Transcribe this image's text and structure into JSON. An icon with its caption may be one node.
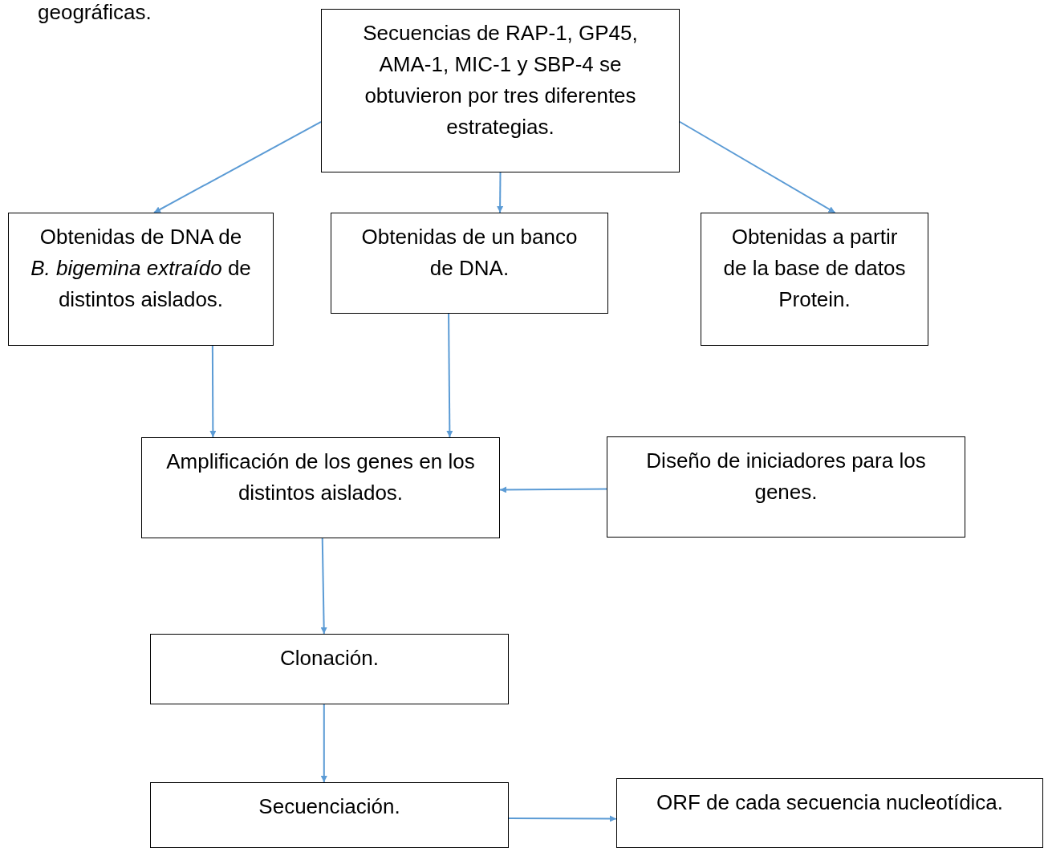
{
  "diagram": {
    "nodes": [
      {
        "text": [
          "Secuencias de RAP-1, GP45, AMA-1, MIC-1 y SBP-4 se obtuvieron por tres diferentes estrategias."
        ]
      },
      {
        "text": [
          "Obtenidas de DNA de *B. bigemina extraído* de distintos aislados."
        ]
      },
      {
        "text": [
          "Obtenidas de un banco de DNA."
        ]
      },
      {
        "text": [
          "Obtenidas a partir de la base de datos Protein."
        ]
      },
      {
        "text": [
          "Amplificación de los genes en los distintos aislados."
        ]
      },
      {
        "text": [
          "Diseño de iniciadores para los genes."
        ]
      },
      {
        "text": [
          "Clonación."
        ]
      },
      {
        "text": [
          "Secuenciación."
        ]
      },
      {
        "text": [
          "ORF de cada secuencia nucleotídica."
        ]
      }
    ],
    "edges": [
      {
        "from": 0,
        "to": 1,
        "arrow": "to"
      },
      {
        "from": 0,
        "to": 2,
        "arrow": "to"
      },
      {
        "from": 0,
        "to": 3,
        "arrow": "to"
      },
      {
        "from": 1,
        "to": 4,
        "arrow": "to"
      },
      {
        "from": 2,
        "to": 4,
        "arrow": "to"
      },
      {
        "from": 5,
        "to": 4,
        "arrow": "to"
      },
      {
        "from": 4,
        "to": 6,
        "arrow": "to"
      },
      {
        "from": 6,
        "to": 7,
        "arrow": "to"
      },
      {
        "from": 7,
        "to": 8,
        "arrow": "to"
      }
    ],
    "labels": [
      "geográficas."
    ]
  }
}
